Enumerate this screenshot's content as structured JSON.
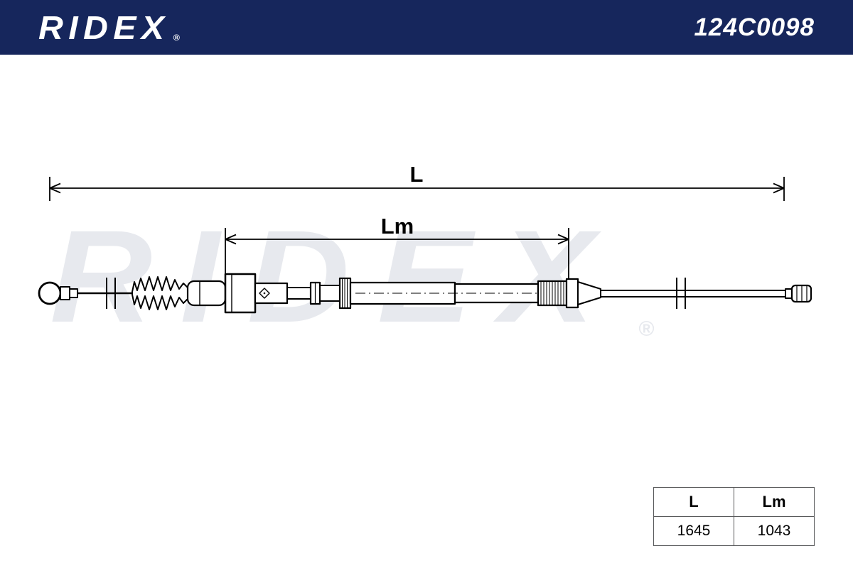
{
  "header": {
    "brand": "RIDEX",
    "brand_trademark": "®",
    "part_number": "124C0098",
    "background_color": "#16265c",
    "text_color": "#ffffff"
  },
  "watermark": {
    "text": "RIDEX",
    "trademark": "®",
    "color": "#e7e9ee"
  },
  "dimensions": {
    "overall": {
      "label": "L"
    },
    "intermediate": {
      "label": "Lm"
    },
    "line_color": "#000000"
  },
  "spec_table": {
    "headers": [
      "L",
      "Lm"
    ],
    "values": [
      "1645",
      "1043"
    ]
  }
}
